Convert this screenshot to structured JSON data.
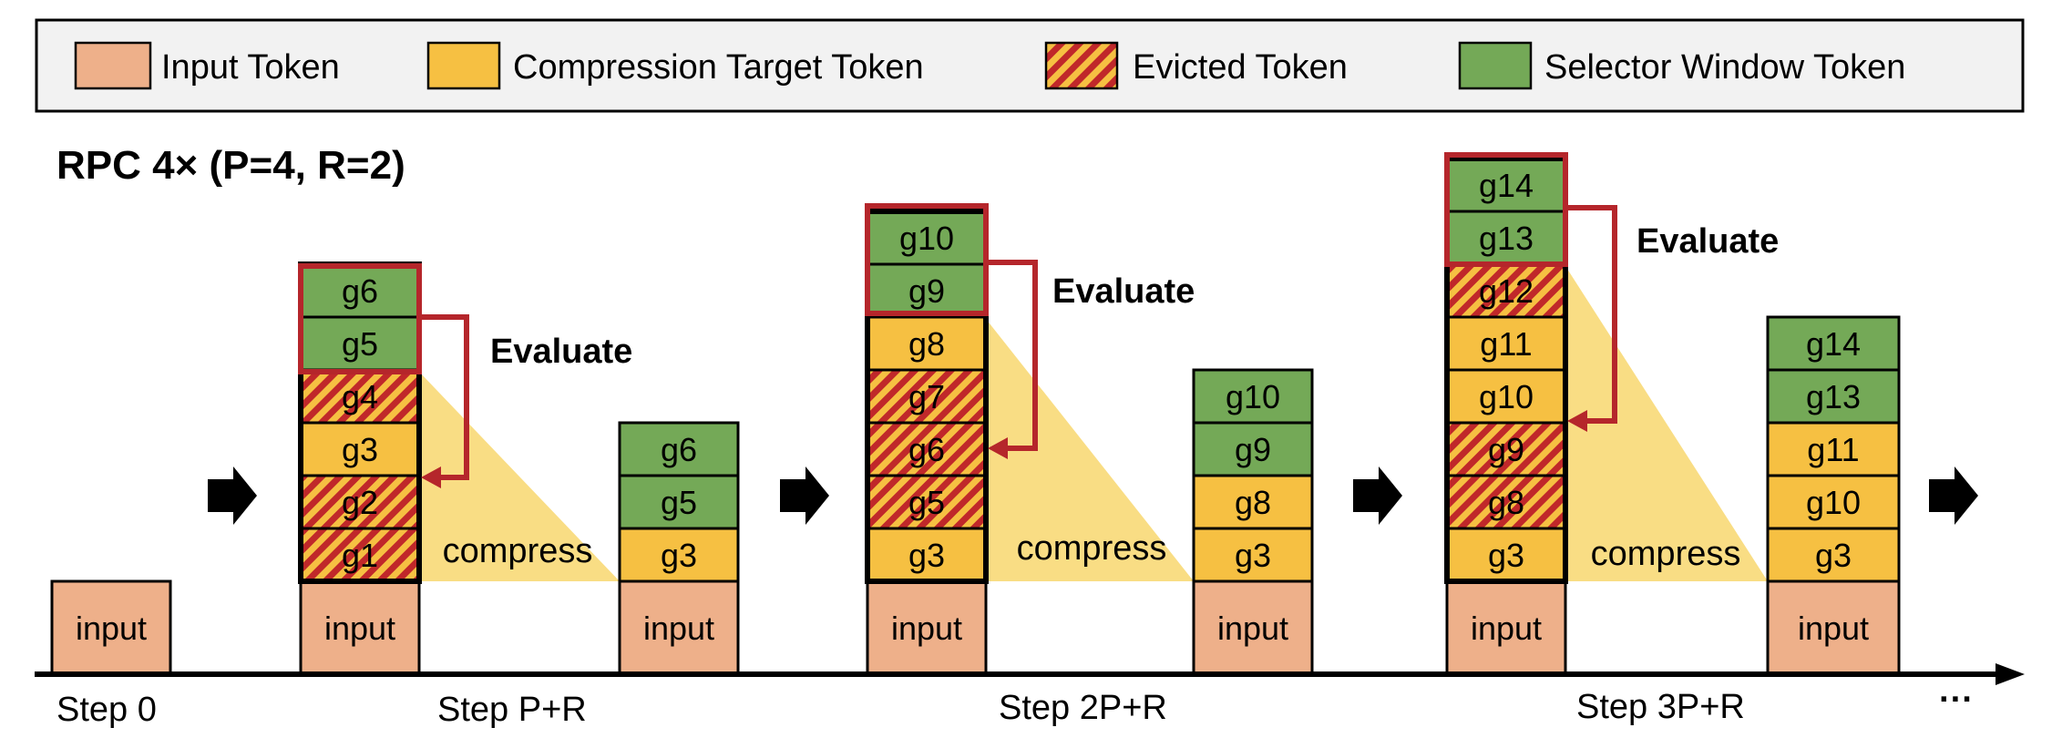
{
  "legend": {
    "items": [
      {
        "label": "Input Token",
        "kind": "input"
      },
      {
        "label": "Compression Target Token",
        "kind": "target"
      },
      {
        "label": "Evicted Token",
        "kind": "evicted"
      },
      {
        "label": "Selector Window Token",
        "kind": "selector"
      }
    ]
  },
  "title": "RPC 4× (P=4, R=2)",
  "colors": {
    "input": "#eeb08a",
    "target": "#f6c042",
    "evicted_base": "#f6c042",
    "evicted_stripe": "#c0282a",
    "selector": "#74a957",
    "highlight": "#b5262b",
    "compress_fill": "#f9dd84",
    "legend_bg": "#f2f2f2"
  },
  "input_label": "input",
  "evaluate_label": "Evaluate",
  "compress_label": "compress",
  "steps": [
    {
      "label": "Step 0"
    },
    {
      "label": "Step P+R"
    },
    {
      "label": "Step 2P+R"
    },
    {
      "label": "Step 3P+R"
    }
  ],
  "ellipsis": "···",
  "stacks": [
    {
      "id": "s0",
      "tokens": []
    },
    {
      "id": "s1a",
      "tokens": [
        {
          "t": "g1",
          "k": "evicted"
        },
        {
          "t": "g2",
          "k": "evicted"
        },
        {
          "t": "g3",
          "k": "target"
        },
        {
          "t": "g4",
          "k": "evicted"
        },
        {
          "t": "g5",
          "k": "selector"
        },
        {
          "t": "g6",
          "k": "selector"
        }
      ]
    },
    {
      "id": "s1b",
      "tokens": [
        {
          "t": "g3",
          "k": "target"
        },
        {
          "t": "g5",
          "k": "selector"
        },
        {
          "t": "g6",
          "k": "selector"
        }
      ]
    },
    {
      "id": "s2a",
      "tokens": [
        {
          "t": "g3",
          "k": "target"
        },
        {
          "t": "g5",
          "k": "evicted"
        },
        {
          "t": "g6",
          "k": "evicted"
        },
        {
          "t": "g7",
          "k": "evicted"
        },
        {
          "t": "g8",
          "k": "target"
        },
        {
          "t": "g9",
          "k": "selector"
        },
        {
          "t": "g10",
          "k": "selector"
        }
      ]
    },
    {
      "id": "s2b",
      "tokens": [
        {
          "t": "g3",
          "k": "target"
        },
        {
          "t": "g8",
          "k": "target"
        },
        {
          "t": "g9",
          "k": "selector"
        },
        {
          "t": "g10",
          "k": "selector"
        }
      ]
    },
    {
      "id": "s3a",
      "tokens": [
        {
          "t": "g3",
          "k": "target"
        },
        {
          "t": "g8",
          "k": "evicted"
        },
        {
          "t": "g9",
          "k": "evicted"
        },
        {
          "t": "g10",
          "k": "target"
        },
        {
          "t": "g11",
          "k": "target"
        },
        {
          "t": "g12",
          "k": "evicted"
        },
        {
          "t": "g13",
          "k": "selector"
        },
        {
          "t": "g14",
          "k": "selector"
        }
      ]
    },
    {
      "id": "s3b",
      "tokens": [
        {
          "t": "g3",
          "k": "target"
        },
        {
          "t": "g10",
          "k": "target"
        },
        {
          "t": "g11",
          "k": "target"
        },
        {
          "t": "g13",
          "k": "selector"
        },
        {
          "t": "g14",
          "k": "selector"
        }
      ]
    }
  ]
}
